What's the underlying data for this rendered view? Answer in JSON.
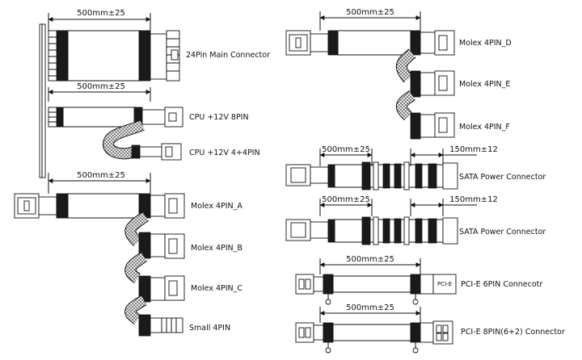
{
  "dims": {
    "main_len": "500mm±25",
    "cpu_len": "500mm±25",
    "molex_left_len": "500mm±25",
    "molex_right_len": "500mm±25",
    "sata1_len": "500mm±25",
    "sata1_gap": "150mm±12",
    "sata2_len": "500mm±25",
    "sata2_gap": "150mm±12",
    "pcie6_len": "500mm±25",
    "pcie8_len": "500mm±25"
  },
  "labels": {
    "main": "24Pin Main Connector",
    "cpu8": "CPU +12V 8PIN",
    "cpu44": "CPU +12V 4+4PIN",
    "molex_a": "Molex 4PIN_A",
    "molex_b": "Molex 4PIN_B",
    "molex_c": "Molex 4PIN_C",
    "small4": "Small 4PIN",
    "molex_d": "Molex 4PIN_D",
    "molex_e": "Molex 4PIN_E",
    "molex_f": "Molex 4PIN_F",
    "sata1": "SATA Power Connector",
    "sata2": "SATA Power Connector",
    "pcie6": "PCI-E 6PIN Connecotr",
    "pcie8": "PCI-E 8PIN(6+2) Connector",
    "pcie_tag": "PCI-E"
  },
  "colors": {
    "line": "#111111",
    "sleeve": "#8a8a8a",
    "block": "#1a1a1a"
  }
}
